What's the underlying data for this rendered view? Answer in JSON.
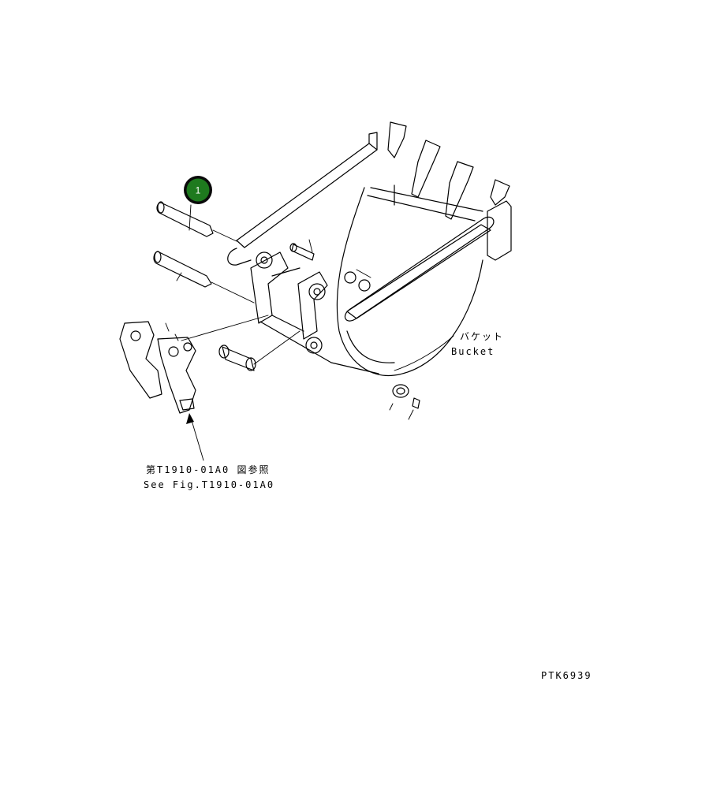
{
  "callout": {
    "number": "1",
    "color": "#1e7a1e",
    "ring_color": "#0a0a0a"
  },
  "bucket_label": {
    "jp": "バケット",
    "en": "Bucket"
  },
  "reference_label": {
    "jp": "第T1910-01A0 図参照",
    "en": "See Fig.T1910-01A0"
  },
  "drawing_code": "PTK6939"
}
